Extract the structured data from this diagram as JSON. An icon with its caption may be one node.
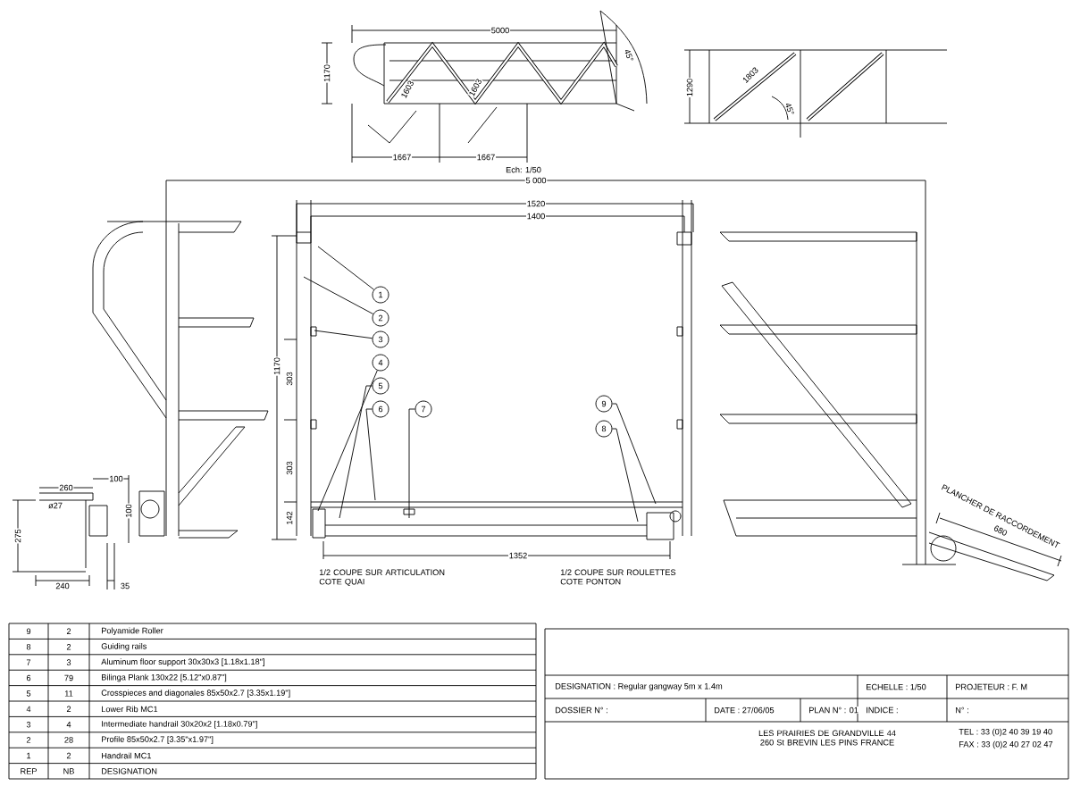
{
  "diagram": {
    "nodes": [
      {
        "text": [
          "1"
        ]
      },
      {
        "text": [
          "2"
        ]
      },
      {
        "text": [
          "3"
        ]
      },
      {
        "text": [
          "4"
        ]
      },
      {
        "text": [
          "5"
        ]
      },
      {
        "text": [
          "6"
        ]
      },
      {
        "text": [
          "7"
        ]
      },
      {
        "text": [
          "9"
        ]
      },
      {
        "text": [
          "8"
        ]
      }
    ],
    "edges": [
      {
        "from": 0,
        "to": null,
        "arrow": "none"
      },
      {
        "from": 1,
        "to": null,
        "arrow": "none"
      },
      {
        "from": 2,
        "to": null,
        "arrow": "none"
      },
      {
        "from": 3,
        "to": null,
        "arrow": "none"
      },
      {
        "from": 4,
        "to": null,
        "arrow": "none"
      },
      {
        "from": 5,
        "to": null,
        "arrow": "none"
      },
      {
        "from": 6,
        "to": null,
        "arrow": "none"
      },
      {
        "from": 7,
        "to": null,
        "arrow": "none"
      },
      {
        "from": 8,
        "to": null,
        "arrow": "none"
      }
    ],
    "labels": [
      "5000",
      "1170",
      "1603",
      "1603",
      "45°",
      "1667",
      "1667",
      "Ech: 1/50",
      "1290",
      "1803",
      "45°",
      "5 000",
      "1520",
      "1400",
      "1170",
      "303",
      "303",
      "142",
      "1352",
      "1/2 COUPE SUR ARTICULATION COTE QUAI",
      "1/2 COUPE SUR ROULETTES COTE PONTON",
      "PLANCHER DE RACCORDEMENT",
      "680",
      "100",
      "260",
      "ø27",
      "100",
      "275",
      "240",
      "35",
      "9",
      "2",
      "Polyamide Roller",
      "8",
      "2",
      "Guiding rails",
      "7",
      "3",
      "Aluminum floor support 30x30x3 [1.18x1.18\"]",
      "6",
      "79",
      "Bilinga Plank 130x22 [5.12\"x0.87\"]",
      "5",
      "11",
      "Crosspieces and diagonales 85x50x2.7 [3.35x1.19\"]",
      "4",
      "2",
      "Lower Rib MC1",
      "3",
      "4",
      "Intermediate handrail 30x20x2 [1.18x0.79\"]",
      "2",
      "28",
      "Profile 85x50x2.7 [3.35\"x1.97\"]",
      "1",
      "2",
      "Handrail MC1",
      "REP",
      "NB",
      "DESIGNATION",
      "DESIGNATION : Regular gangway 5m x 1.4m",
      "ECHELLE : 1/50",
      "PROJETEUR : F. M",
      "DOSSIER N° :",
      "DATE : 27/06/05",
      "PLAN N° : 01",
      "INDICE :",
      "N° :",
      "LES PRAIRIES DE GRANDVILLE 44 260 St BREVIN LES PINS FRANCE",
      "TEL : 33 (0)2 40 39 19 40",
      "FAX : 33 (0)2 40 27 02 47"
    ]
  }
}
